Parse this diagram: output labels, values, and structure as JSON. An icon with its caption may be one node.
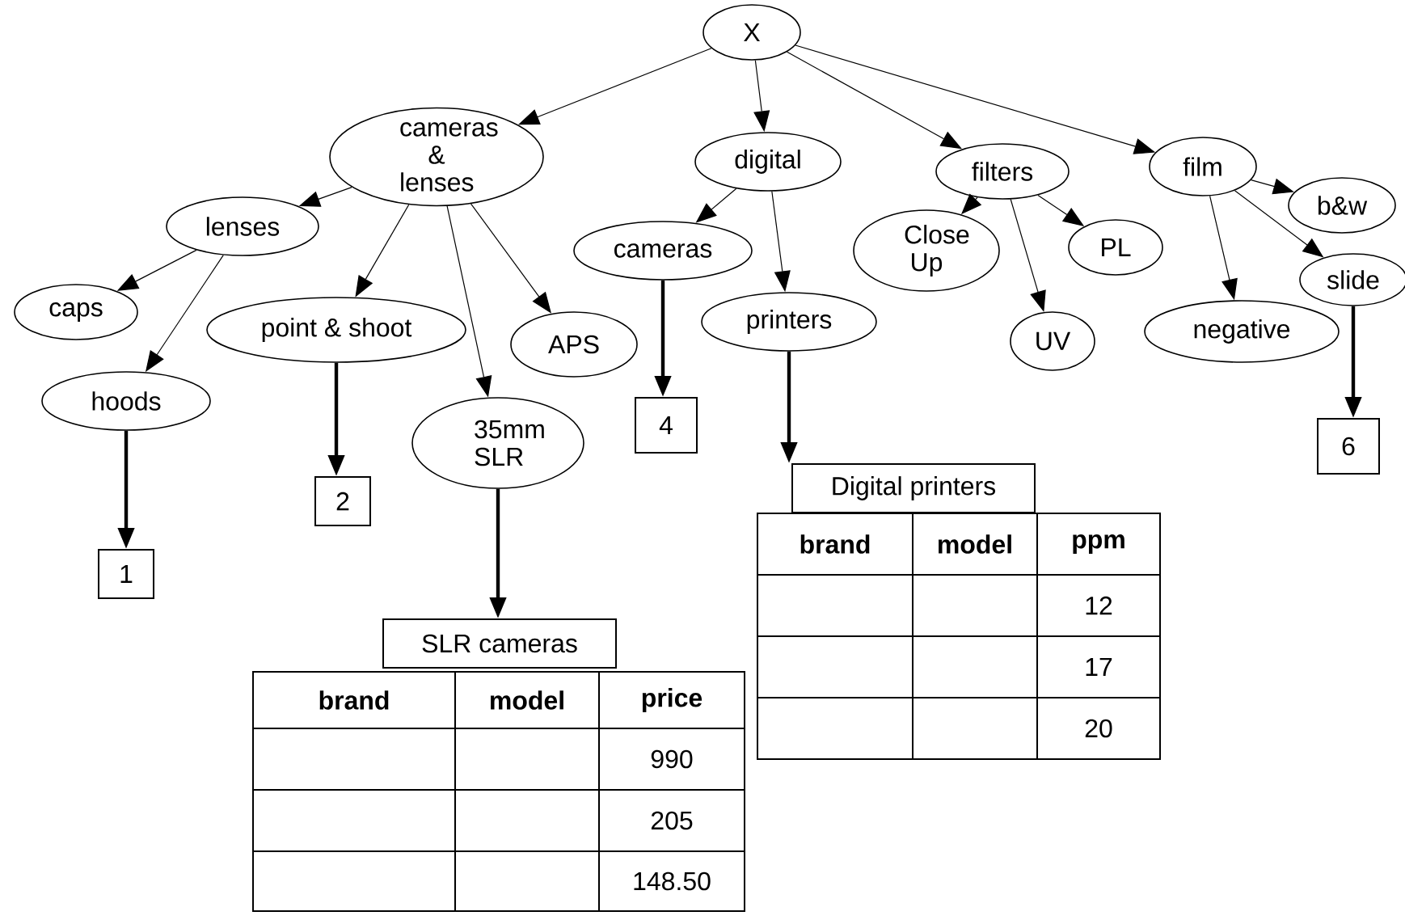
{
  "diagram": {
    "nodes": [
      {
        "text": [
          "X"
        ]
      },
      {
        "text": [
          "cameras & lenses"
        ]
      },
      {
        "text": [
          "digital"
        ]
      },
      {
        "text": [
          "filters"
        ]
      },
      {
        "text": [
          "film"
        ]
      },
      {
        "text": [
          "lenses"
        ]
      },
      {
        "text": [
          "cameras"
        ]
      },
      {
        "text": [
          "Close Up"
        ]
      },
      {
        "text": [
          "PL"
        ]
      },
      {
        "text": [
          "b&w"
        ]
      },
      {
        "text": [
          "caps"
        ]
      },
      {
        "text": [
          "point & shoot"
        ]
      },
      {
        "text": [
          "APS"
        ]
      },
      {
        "text": [
          "printers"
        ]
      },
      {
        "text": [
          "slide"
        ]
      },
      {
        "text": [
          "UV"
        ]
      },
      {
        "text": [
          "negative"
        ]
      },
      {
        "text": [
          "hoods"
        ]
      },
      {
        "text": [
          "35mm SLR"
        ]
      },
      {
        "text": [
          "4"
        ]
      },
      {
        "text": [
          "2"
        ]
      },
      {
        "text": [
          "1"
        ]
      },
      {
        "text": [
          "6"
        ]
      },
      {
        "text": [
          "Digital printers"
        ]
      },
      {
        "text": [
          "SLR cameras"
        ]
      }
    ],
    "edges": [
      {
        "from": 0,
        "to": 1,
        "arrow": "to"
      },
      {
        "from": 0,
        "to": 2,
        "arrow": "to"
      },
      {
        "from": 0,
        "to": 3,
        "arrow": "to"
      },
      {
        "from": 0,
        "to": 4,
        "arrow": "to"
      },
      {
        "from": 1,
        "to": 5,
        "arrow": "to"
      },
      {
        "from": 1,
        "to": 11,
        "arrow": "to"
      },
      {
        "from": 1,
        "to": 18,
        "arrow": "to"
      },
      {
        "from": 1,
        "to": 12,
        "arrow": "to"
      },
      {
        "from": 5,
        "to": 10,
        "arrow": "to"
      },
      {
        "from": 5,
        "to": 17,
        "arrow": "to"
      },
      {
        "from": 2,
        "to": 6,
        "arrow": "to"
      },
      {
        "from": 2,
        "to": 13,
        "arrow": "to"
      },
      {
        "from": 3,
        "to": 7,
        "arrow": "to"
      },
      {
        "from": 3,
        "to": 15,
        "arrow": "to"
      },
      {
        "from": 3,
        "to": 8,
        "arrow": "to"
      },
      {
        "from": 4,
        "to": 9,
        "arrow": "to"
      },
      {
        "from": 4,
        "to": 16,
        "arrow": "to"
      },
      {
        "from": 4,
        "to": 14,
        "arrow": "to"
      },
      {
        "from": 17,
        "to": 21,
        "arrow": "to",
        "style": "thick"
      },
      {
        "from": 11,
        "to": 20,
        "arrow": "to",
        "style": "thick"
      },
      {
        "from": 6,
        "to": 19,
        "arrow": "to",
        "style": "thick"
      },
      {
        "from": 13,
        "to": 23,
        "arrow": "to",
        "style": "thick"
      },
      {
        "from": 18,
        "to": 24,
        "arrow": "to",
        "style": "thick"
      },
      {
        "from": 14,
        "to": 22,
        "arrow": "to",
        "style": "thick"
      }
    ],
    "labels": [
      "brand",
      "model",
      "price",
      "990",
      "205",
      "148.50",
      "brand",
      "model",
      "ppm",
      "12",
      "17",
      "20"
    ]
  }
}
